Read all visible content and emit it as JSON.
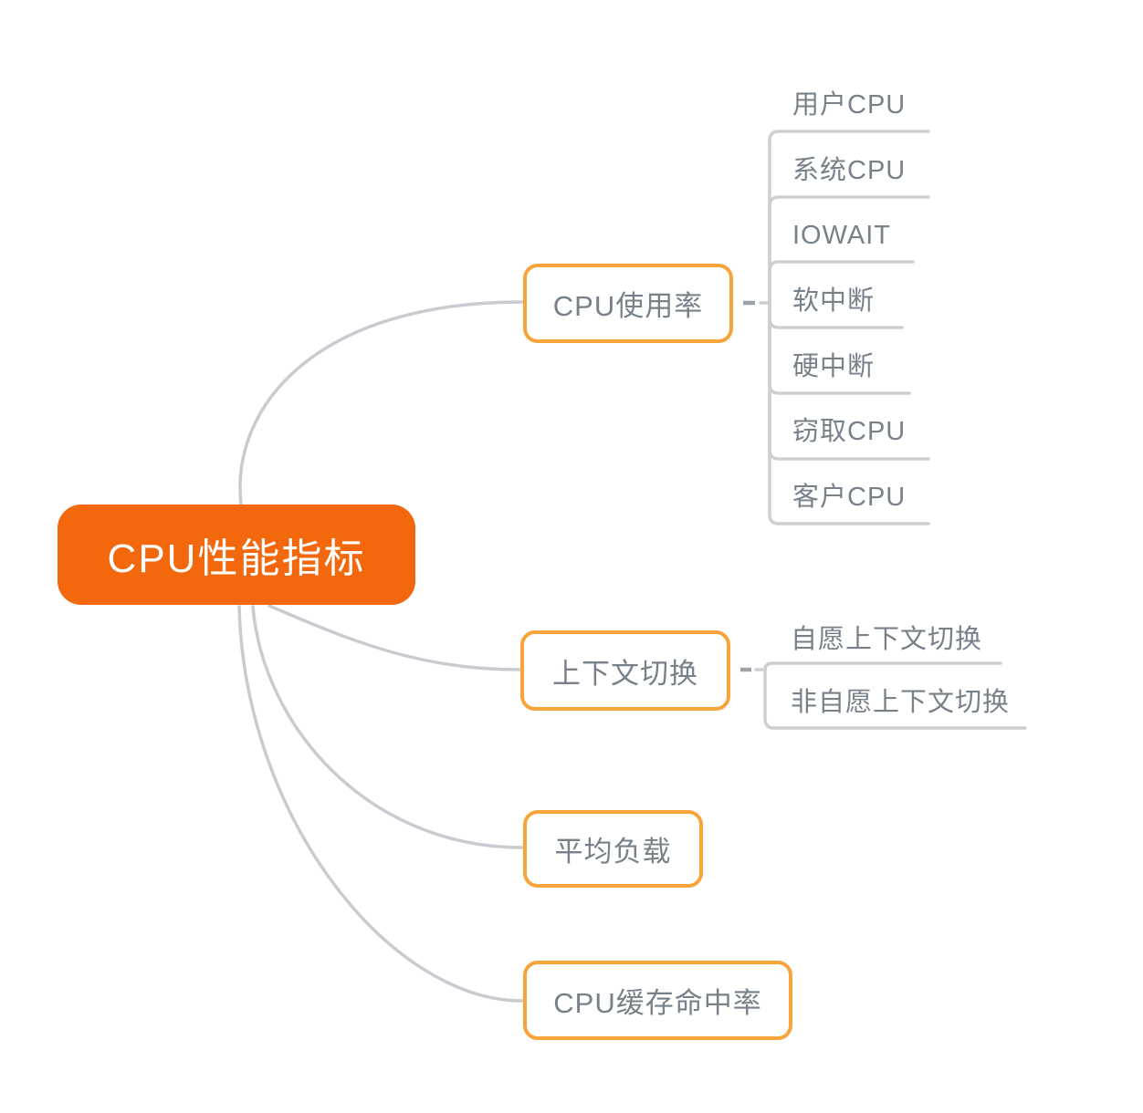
{
  "colors": {
    "canvas_bg": "#FFFFFF",
    "root_fill": "#F3680C",
    "root_text": "#FFFFFF",
    "branch_border": "#F7A43B",
    "topic_text": "#78808A",
    "line_gray": "#CBCFD2",
    "dash_gray": "#9CA2A8"
  },
  "mindmap": {
    "root": {
      "label": "CPU性能指标"
    },
    "branches": [
      {
        "label": "CPU使用率",
        "children": [
          {
            "label": "用户CPU"
          },
          {
            "label": "系统CPU"
          },
          {
            "label": "IOWAIT"
          },
          {
            "label": "软中断"
          },
          {
            "label": "硬中断"
          },
          {
            "label": "窃取CPU"
          },
          {
            "label": "客户CPU"
          }
        ]
      },
      {
        "label": "上下文切换",
        "children": [
          {
            "label": "自愿上下文切换"
          },
          {
            "label": "非自愿上下文切换"
          }
        ]
      },
      {
        "label": "平均负载",
        "children": []
      },
      {
        "label": "CPU缓存命中率",
        "children": []
      }
    ]
  }
}
